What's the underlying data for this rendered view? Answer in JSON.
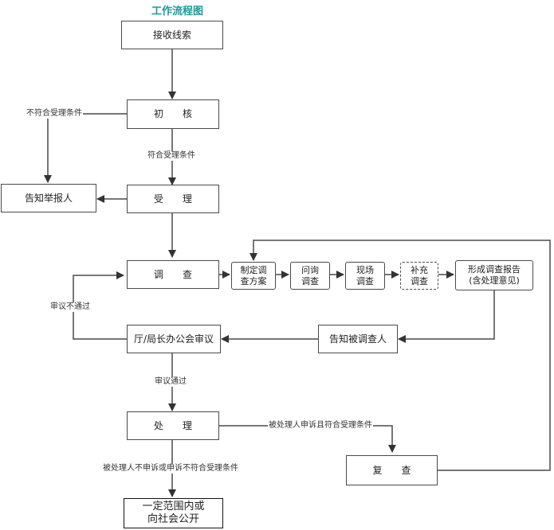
{
  "title": "工作流程图",
  "nodes": {
    "receive": "接收线索",
    "initial_check": "初　　核",
    "accept": "受　　理",
    "inform_reporter": "告知举报人",
    "investigate": "调　　查",
    "make_plan": "制定调\n查方案",
    "inquiry": "问询\n调查",
    "onsite": "现场\n调查",
    "supplement": "补充\n调查",
    "report": "形成调查报告\n(含处理意见)",
    "inform_investigated": "告知被调查人",
    "meeting_review": "厅/局长办公会审议",
    "handle": "处　　理",
    "recheck": "复　　查",
    "publish": "一定范围内或\n向社会公开"
  },
  "edge_labels": {
    "not_meet": "不符合受理条件",
    "meet": "符合受理条件",
    "review_fail": "审议不通过",
    "review_pass": "审议通过",
    "appeal_meet": "被处理人申诉且符合受理条件",
    "no_appeal": "被处理人不申诉或申诉不符合受理条件"
  },
  "colors": {
    "title": "#1a9a9a",
    "line": "#4a4a4a"
  }
}
